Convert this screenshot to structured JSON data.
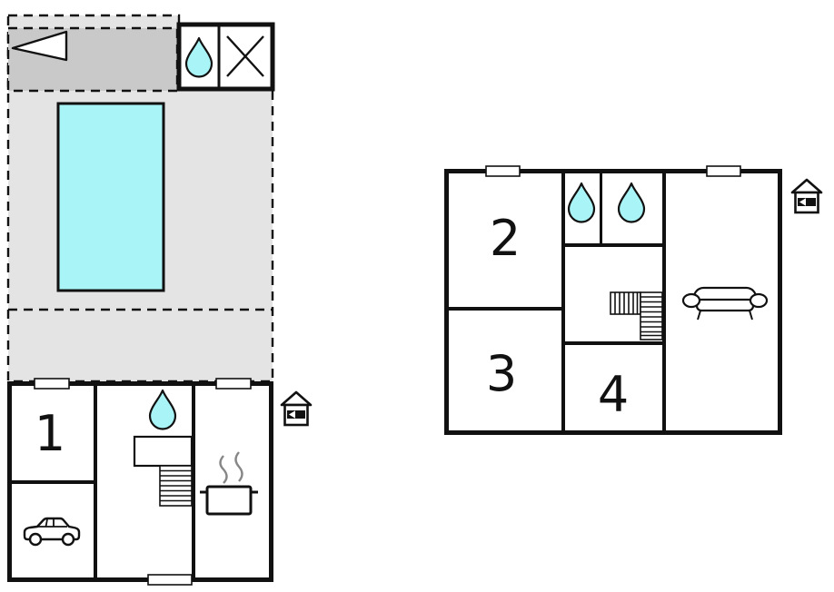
{
  "title": "Holiday house floor plan",
  "colors": {
    "wall": "#111111",
    "pool_fill": "#a9f4f6",
    "water_drop_fill": "#a9f4f6",
    "area_light": "#e4e4e4",
    "area_dark": "#c9c9c9",
    "steam": "#878787",
    "background": "#ffffff"
  },
  "ground_floor": {
    "rooms": [
      {
        "name": "room-1",
        "label": "1"
      }
    ],
    "features": [
      "garden-area",
      "terrace-strip",
      "triangle-marker",
      "swimming-pool",
      "outbuilding-shower",
      "outbuilding-cross",
      "bathroom-water-drop",
      "counter",
      "stairs",
      "cooking-pot",
      "car-garage",
      "entrance",
      "windows"
    ]
  },
  "first_floor": {
    "rooms": [
      {
        "name": "room-2",
        "label": "2"
      },
      {
        "name": "room-3",
        "label": "3"
      },
      {
        "name": "room-4",
        "label": "4"
      }
    ],
    "features": [
      "bathroom-water-drop",
      "bathroom-water-drop",
      "stairs",
      "living-room-sofa",
      "entrance",
      "windows"
    ]
  }
}
